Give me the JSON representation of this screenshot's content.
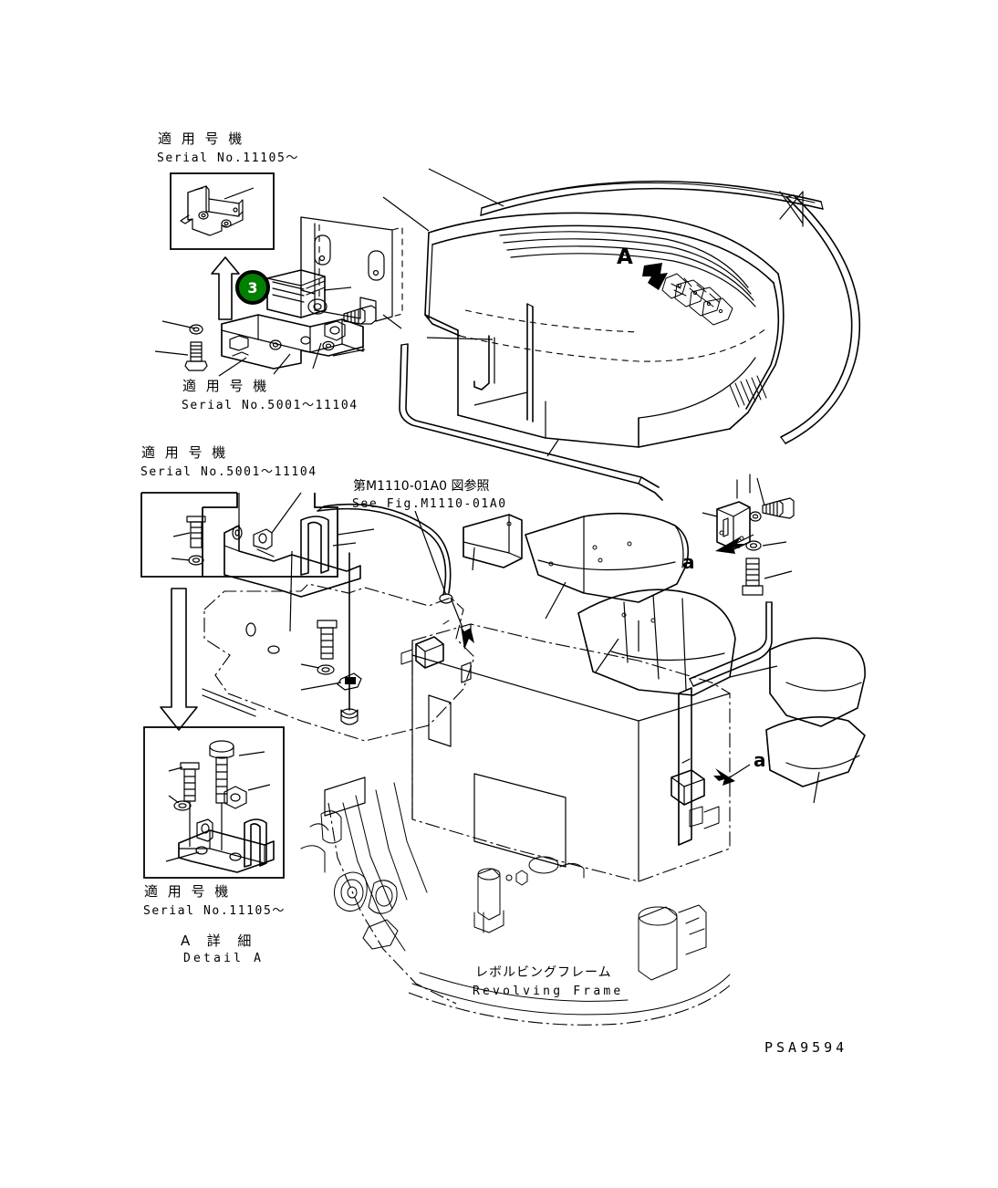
{
  "document": {
    "drawing_code": "PSA9594",
    "type": "parts-diagram"
  },
  "colors": {
    "line": "#000000",
    "background": "#ffffff",
    "highlight_fill": "#008000",
    "highlight_ring": "#000000",
    "highlight_text": "#ffffff"
  },
  "labels": {
    "serial_top_jp": "適 用 号 機",
    "serial_top_rom": "Serial No.11105〜",
    "serial_mid_jp": "適 用 号 機",
    "serial_mid_rom": "Serial No.5001〜11104",
    "serial_left_jp": "適 用 号 機",
    "serial_left_rom": "Serial No.5001〜11104",
    "serial_bottom_jp": "適 用 号 機",
    "serial_bottom_rom": "Serial No.11105〜",
    "see_fig_jp": "第M1110-01A0 図参照",
    "see_fig_rom": "See Fig.M1110-01A0",
    "detail_a_jp": "A  詳  細",
    "detail_a_rom": "Detail A",
    "revolving_frame_jp": "レボルビングフレーム",
    "revolving_frame_rom": "Revolving Frame"
  },
  "callouts": {
    "section_a": "A",
    "detail_a_lower": "a",
    "detail_a_lower2": "a",
    "part_marker": "3"
  }
}
